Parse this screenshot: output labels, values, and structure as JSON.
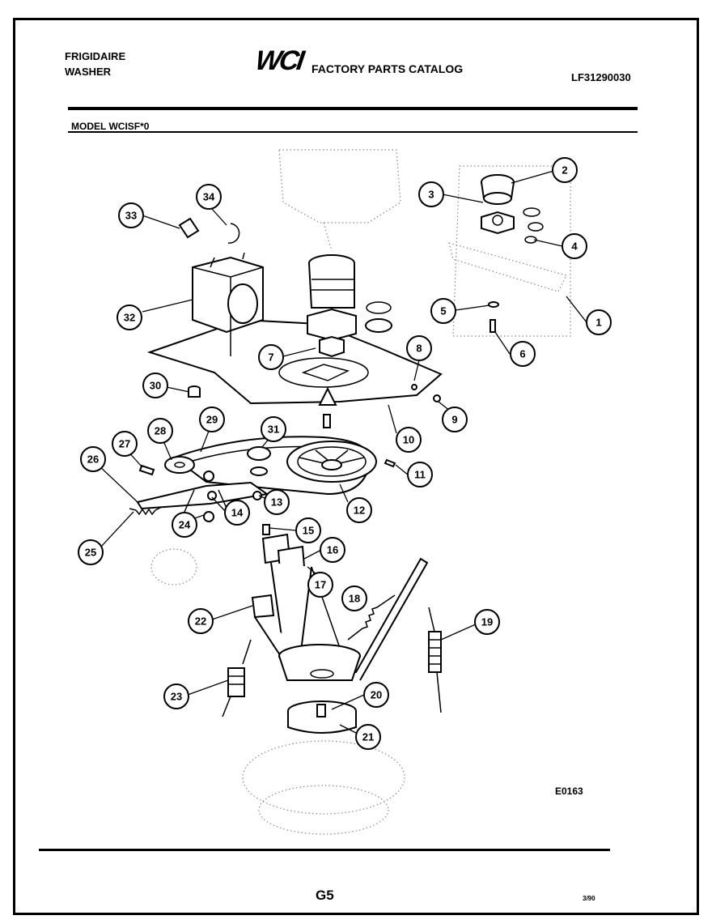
{
  "header": {
    "brand_line1": "FRIGIDAIRE",
    "brand_line2": "WASHER",
    "logo": "WCI",
    "catalog_title": "FACTORY PARTS CATALOG",
    "catalog_code": "LF31290030",
    "model": "MODEL WCISF*0"
  },
  "diagram": {
    "callouts": [
      "1",
      "2",
      "3",
      "4",
      "5",
      "6",
      "7",
      "8",
      "9",
      "10",
      "11",
      "12",
      "13",
      "14",
      "15",
      "16",
      "17",
      "18",
      "19",
      "20",
      "21",
      "22",
      "23",
      "24",
      "25",
      "26",
      "27",
      "28",
      "29",
      "30",
      "31",
      "32",
      "33",
      "34"
    ],
    "diagram_code": "E0163"
  },
  "footer": {
    "page_label": "G5",
    "date": "3/90"
  },
  "colors": {
    "ink": "#000000",
    "paper": "#ffffff",
    "ghost": "#888888"
  }
}
